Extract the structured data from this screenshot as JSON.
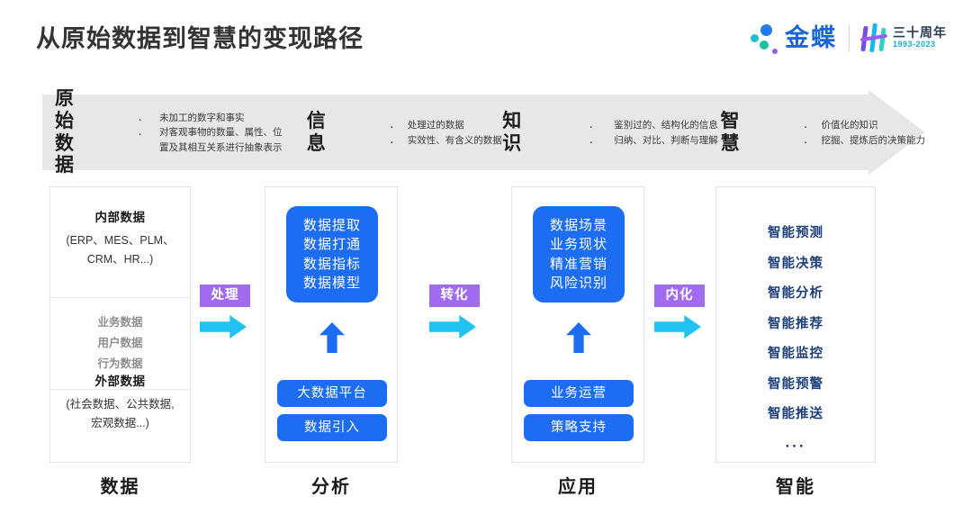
{
  "title": "从原始数据到智慧的变现路径",
  "logo": {
    "brand": "金蝶",
    "anniversary": "三十周年",
    "years": "1993-2023",
    "dot_colors": [
      "#1f7cf0",
      "#1fbfd6",
      "#19c39c",
      "#9a5cf0"
    ]
  },
  "banner": {
    "stages": [
      {
        "head_line1": "原始",
        "head_line2": "数据",
        "bullets": [
          "未加工的数字和事实",
          "对客观事物的数量、属性、位",
          "置及其相互关系进行抽象表示"
        ]
      },
      {
        "head_line1": "信",
        "head_line2": "息",
        "bullets": [
          "处理过的数据",
          "实效性、有含义的数据"
        ]
      },
      {
        "head_line1": "知",
        "head_line2": "识",
        "bullets": [
          "鉴别过的、结构化的信息",
          "归纳、对比、判断与理解"
        ]
      },
      {
        "head_line1": "智",
        "head_line2": "慧",
        "bullets": [
          "价值化的知识",
          "挖掘、提炼后的决策能力"
        ]
      }
    ]
  },
  "columns": [
    {
      "label": "数据",
      "internal_title": "内部数据",
      "internal_sub_line1": "(ERP、MES、PLM、",
      "internal_sub_line2": "CRM、HR...)",
      "middle_items": [
        "业务数据",
        "用户数据",
        "行为数据"
      ],
      "external_title": "外部数据",
      "external_sub_line1": "(社会数据、公共数据,",
      "external_sub_line2": "宏观数据...)"
    },
    {
      "label": "分析",
      "main_box_lines": [
        "数据提取",
        "数据打通",
        "数据指标",
        "数据模型"
      ],
      "pills": [
        "大数据平台",
        "数据引入"
      ]
    },
    {
      "label": "应用",
      "main_box_lines": [
        "数据场景",
        "业务现状",
        "精准营销",
        "风险识别"
      ],
      "pills": [
        "业务运营",
        "策略支持"
      ]
    },
    {
      "label": "智能",
      "items": [
        "智能预测",
        "智能决策",
        "智能分析",
        "智能推荐",
        "智能监控",
        "智能预警",
        "智能推送",
        "···"
      ]
    }
  ],
  "connectors": [
    {
      "badge": "处理"
    },
    {
      "badge": "转化"
    },
    {
      "badge": "内化"
    }
  ],
  "colors": {
    "blue": "#1c6df2",
    "purple": "#a16bf0",
    "cyan": "#22c3f3",
    "navy": "#1c3f79",
    "banner_gray": "#e7e7e7"
  }
}
